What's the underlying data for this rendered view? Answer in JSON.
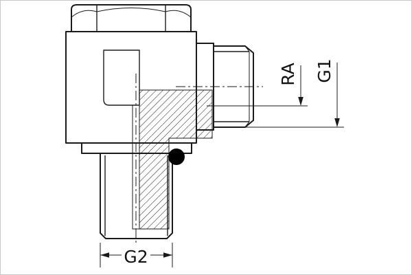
{
  "drawing": {
    "type": "technical-drawing",
    "subject": "banjo-elbow-fitting-cross-section",
    "labels": {
      "ra": "RA",
      "g1": "G1",
      "g2": "G2"
    },
    "colors": {
      "line": "#1a1a1a",
      "background": "#ffffff",
      "seal_fill": "#000000"
    }
  }
}
